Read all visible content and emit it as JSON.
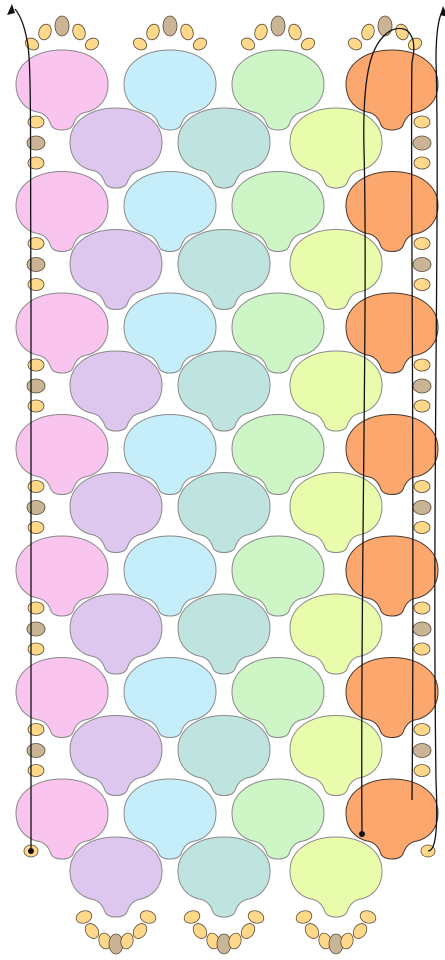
{
  "palette": {
    "pink": "#f9c4ee",
    "sky": "#c6eefa",
    "mint": "#cdf5c6",
    "peach": "#fca76e",
    "lavender": "#dec7ee",
    "teal": "#bfe4df",
    "lime": "#e9fcac",
    "bead_gold": "#ffd88a",
    "bead_taupe": "#c9b495",
    "thread": "#111111"
  },
  "pattern": {
    "columns_odd": [
      "pink",
      "sky",
      "mint",
      "peach"
    ],
    "columns_even": [
      "lavender",
      "teal",
      "lime"
    ],
    "odd_rows": 7,
    "even_rows": 7
  }
}
